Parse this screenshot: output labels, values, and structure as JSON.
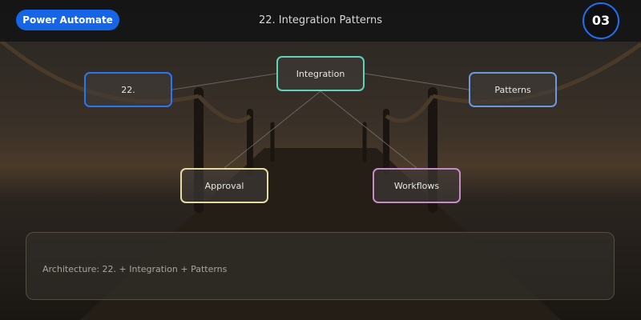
{
  "header": {
    "brand": "Power Automate",
    "title": "22. Integration Patterns",
    "slide_number": "03"
  },
  "diagram": {
    "nodes": {
      "n22": "22.",
      "integration": "Integration",
      "patterns": "Patterns",
      "approval": "Approval",
      "workflows": "Workflows"
    },
    "edges": [
      [
        "integration",
        "22."
      ],
      [
        "integration",
        "Patterns"
      ],
      [
        "integration",
        "Approval"
      ],
      [
        "integration",
        "Workflows"
      ]
    ]
  },
  "summary": {
    "text": "Architecture: 22. + Integration + Patterns"
  },
  "colors": {
    "accent": "#1565e6",
    "node_22": "#2e74f0",
    "node_integration": "#5fd3ba",
    "node_patterns": "#6b99dd",
    "node_approval": "#e3dca0",
    "node_workflows": "#c98ac7"
  }
}
